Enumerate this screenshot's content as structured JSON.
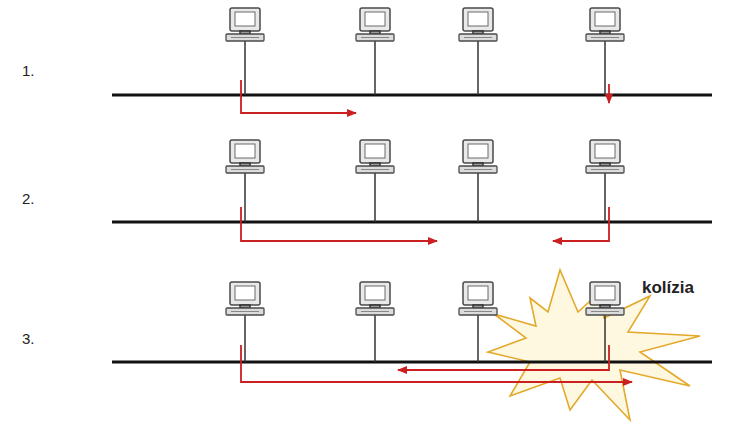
{
  "diagram": {
    "labels": [
      "1.",
      "2.",
      "3.",
      "kolízia"
    ]
  }
}
